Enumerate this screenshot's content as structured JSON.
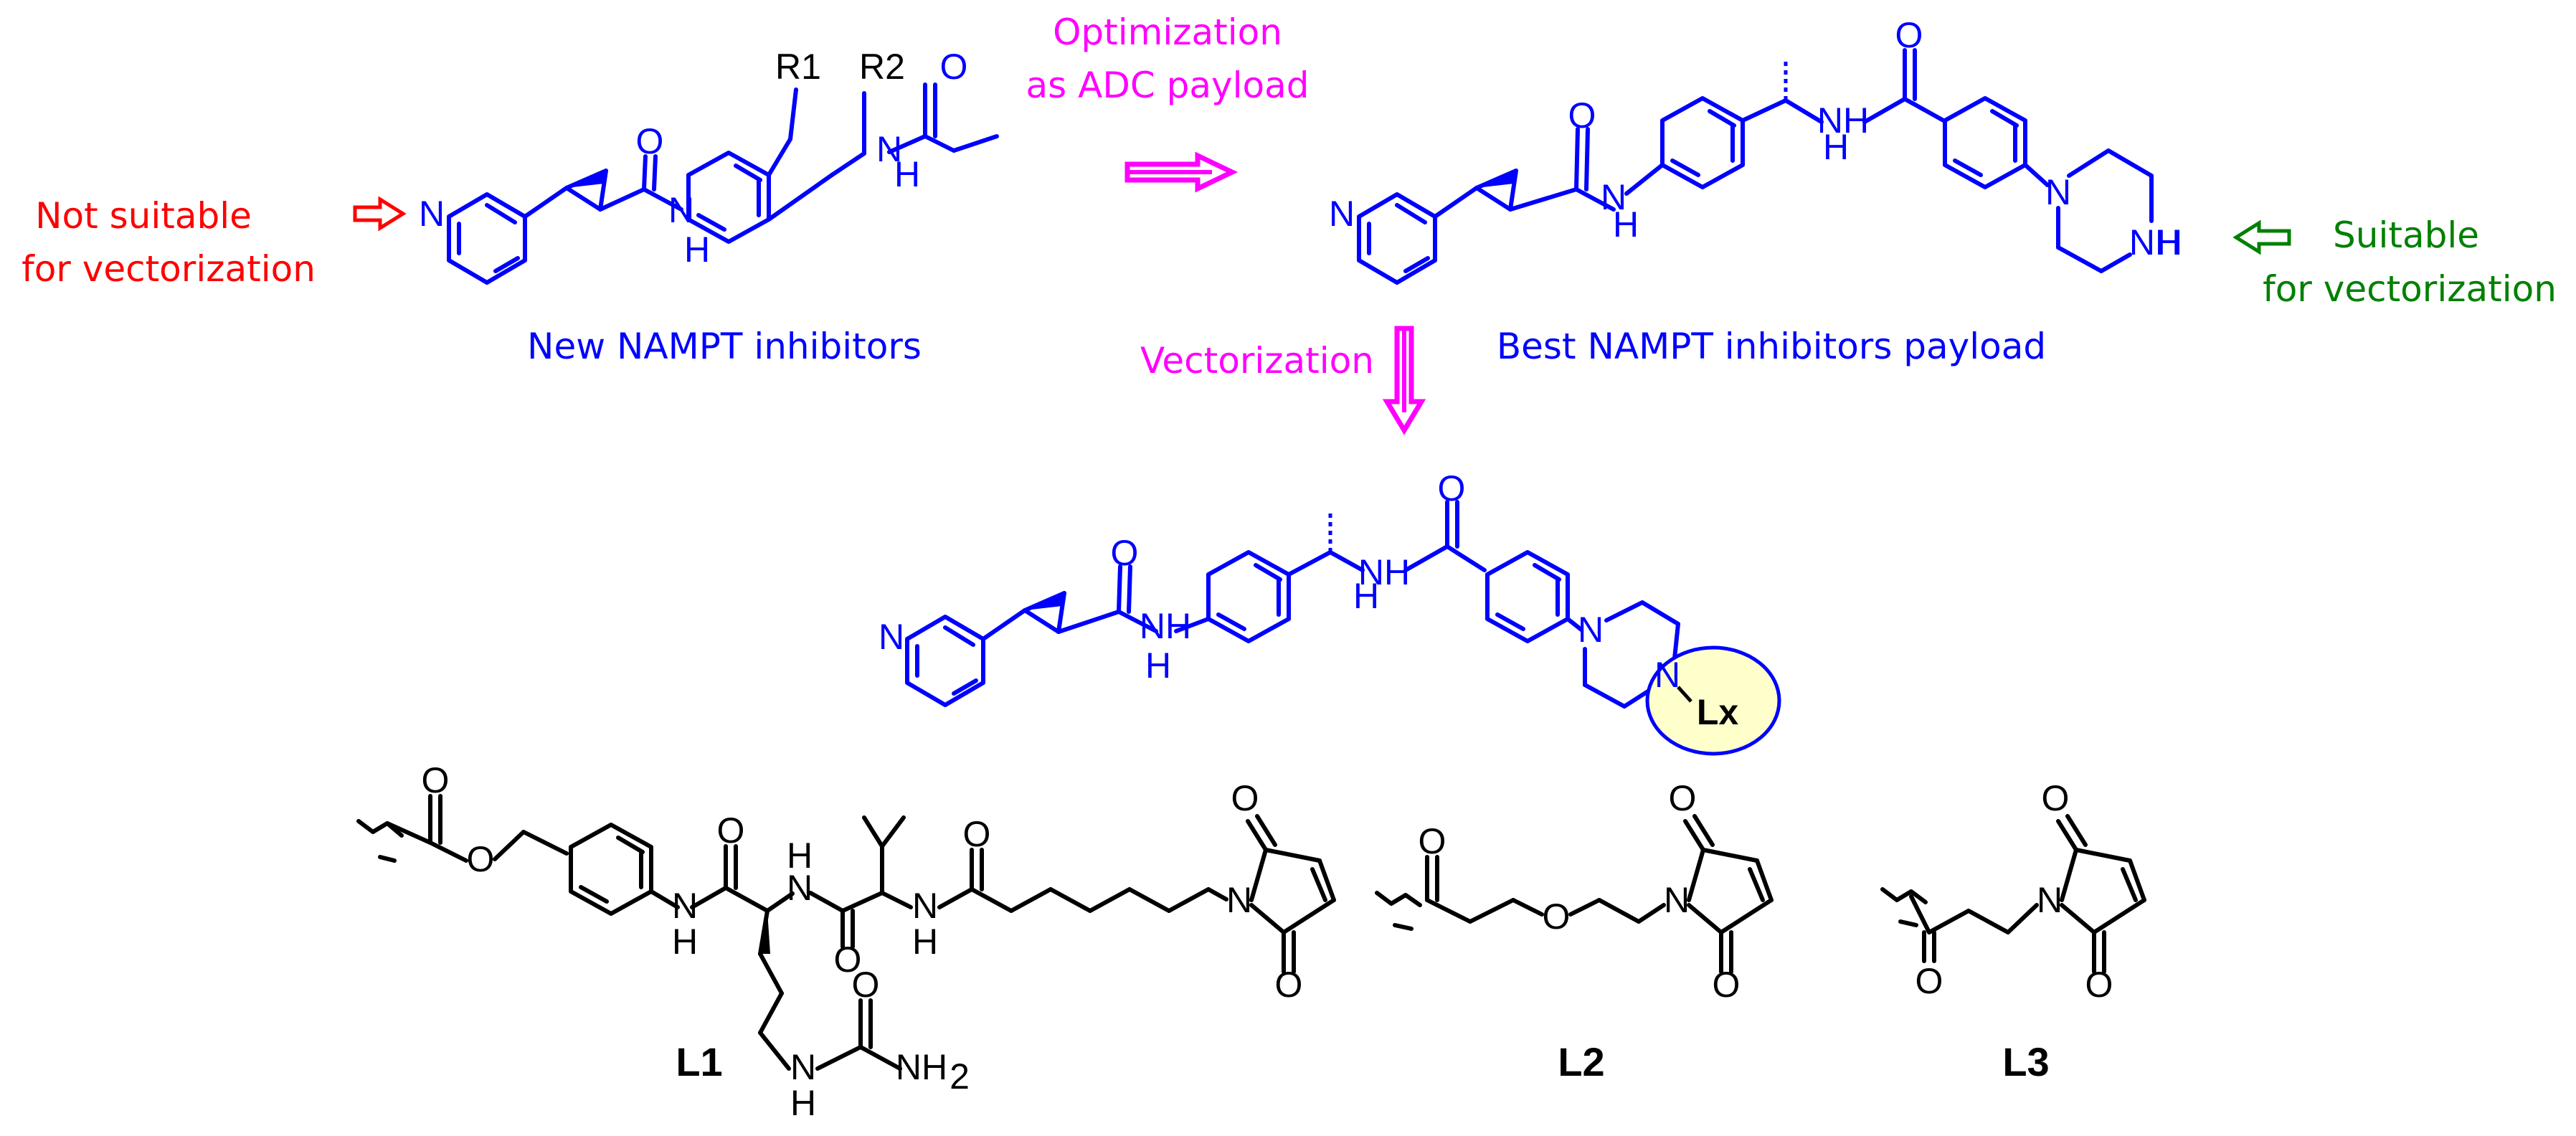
{
  "annotations": {
    "not_suitable_line1": "Not suitable",
    "not_suitable_line2": "for vectorization",
    "optimization_line1": "Optimization",
    "optimization_line2": "as ADC payload",
    "suitable_line1": "Suitable",
    "suitable_line2": "for vectorization",
    "vectorization": "Vectorization"
  },
  "captions": {
    "new_inhibitors": "New NAMPT inhibitors",
    "best_payload": "Best NAMPT inhibitors payload"
  },
  "substituents": {
    "r1": "R1",
    "r2": "R2",
    "lx": "Lx"
  },
  "atoms": {
    "n": "N",
    "o": "O",
    "h": "H",
    "nh": "NH",
    "nh2": "NH",
    "sub2": "2"
  },
  "linkers": {
    "l1": "L1",
    "l2": "L2",
    "l3": "L3"
  },
  "colors": {
    "structure": "#0000ff",
    "not_suitable": "#ff0000",
    "suitable": "#008000",
    "process": "#ff00ff",
    "linker": "#000000",
    "lx_highlight": "#ffffcc"
  }
}
